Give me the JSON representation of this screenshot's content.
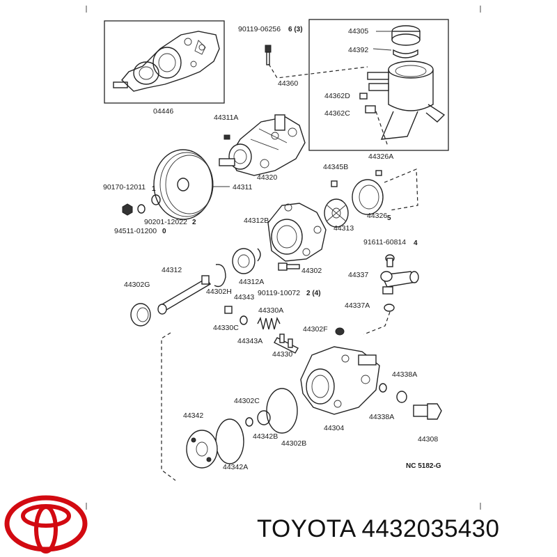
{
  "labels": {
    "l04446": "04446",
    "l90119_06256": "90119-06256",
    "l6_3": "6 (3)",
    "l44305": "44305",
    "l44392": "44392",
    "l44360": "44360",
    "l44362D": "44362D",
    "l44362C": "44362C",
    "l44311A": "44311A",
    "l44326A": "44326A",
    "l44345B": "44345B",
    "l44311": "44311",
    "l44320": "44320",
    "l90170_12011": "90170-12011",
    "l1": "1",
    "l90201_12022": "90201-12022",
    "l2a": "2",
    "l94511_01200": "94511-01200",
    "l0": "0",
    "l44326": "44326",
    "l5": "5",
    "l44313": "44313",
    "l44312B": "44312B",
    "l91611_60814": "91611-60814",
    "l4": "4",
    "l44312": "44312",
    "l44302": "44302",
    "l44337": "44337",
    "l44302G": "44302G",
    "l44302H": "44302H",
    "l44312A": "44312A",
    "l90119_10072": "90119-10072",
    "l2_4": "2 (4)",
    "l44343": "44343",
    "l44337A": "44337A",
    "l44330C": "44330C",
    "l44330A": "44330A",
    "l44302F": "44302F",
    "l44343A": "44343A",
    "l44330": "44330",
    "l44338A_top": "44338A",
    "l44302C": "44302C",
    "l44342": "44342",
    "l44342B": "44342B",
    "l44302B": "44302B",
    "l44304": "44304",
    "l44338A_bot": "44338A",
    "l44308": "44308",
    "l44342A": "44342A",
    "lNC": "NC  5182-G"
  },
  "brand": {
    "text": "TOYOTA 4432035430",
    "logo_color": "#d20a11"
  }
}
